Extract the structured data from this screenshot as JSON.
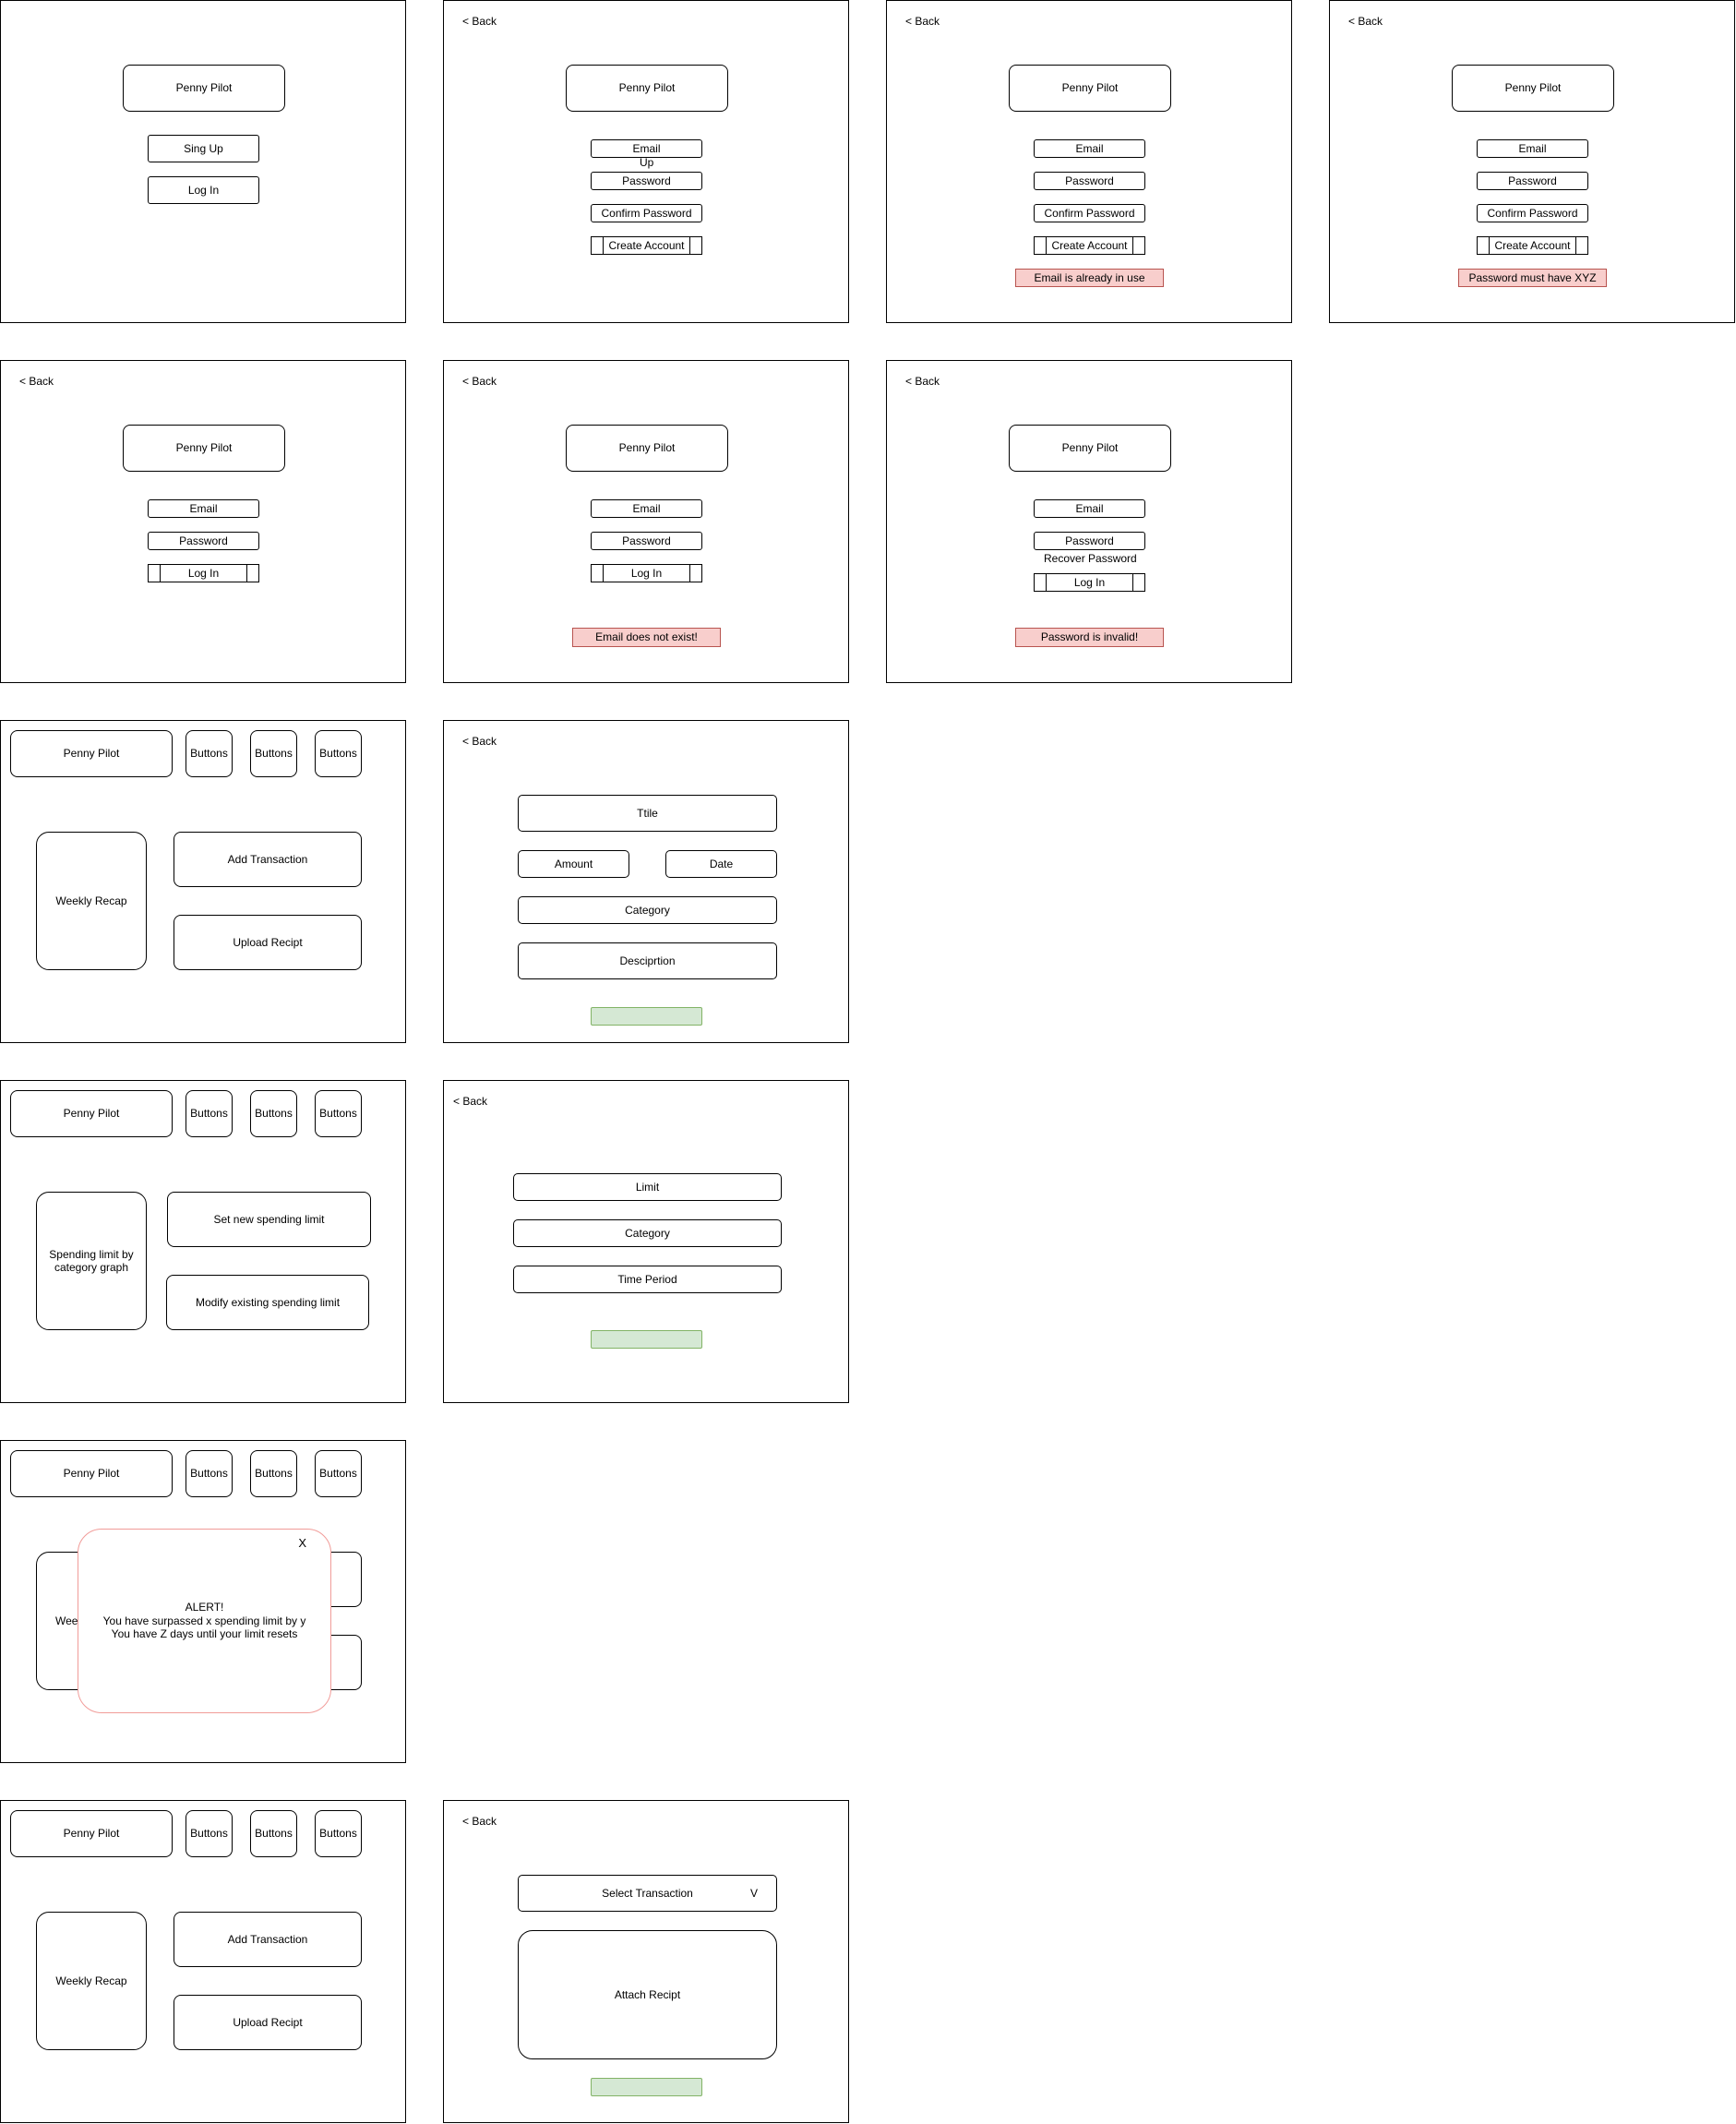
{
  "app_name": "Penny Pilot",
  "back_label": "< Back",
  "welcome": {
    "signup": "Sing Up",
    "login": "Log In"
  },
  "signup": {
    "email": "Email",
    "up": "Up",
    "password": "Password",
    "confirm_password": "Confirm Password",
    "create_account": "Create Account",
    "error_email_in_use": "Email is already in use",
    "error_password": "Password must have XYZ"
  },
  "login": {
    "email": "Email",
    "password": "Password",
    "log_in": "Log In",
    "recover_password": "Recover Password",
    "error_no_email": "Email does not exist!",
    "error_bad_password": "Password is invalid!"
  },
  "home": {
    "buttons": "Buttons",
    "weekly_recap": "Weekly Recap",
    "add_transaction": "Add Transaction",
    "upload_receipt": "Upload Recipt"
  },
  "transaction_form": {
    "title": "Ttile",
    "amount": "Amount",
    "date": "Date",
    "category": "Category",
    "description": "Desciprtion"
  },
  "limits": {
    "graph": "Spending limit by category graph",
    "set_new": "Set new spending limit",
    "modify": "Modify existing spending limit",
    "limit": "Limit",
    "category": "Category",
    "time_period": "Time Period"
  },
  "alert": {
    "close": "X",
    "title": "ALERT!",
    "line1": "You have surpassed x spending limit by y",
    "line2": "You have Z days until your limit resets",
    "behind_fragment": "Wee"
  },
  "receipt": {
    "select_transaction": "Select Transaction",
    "dropdown_glyph": "V",
    "attach": "Attach Recipt"
  },
  "colors": {
    "error_fill": "#f8cecc",
    "error_border": "#b85450",
    "confirm_fill": "#d5e8d4",
    "confirm_border": "#82b366",
    "alert_border": "#f19c99"
  }
}
